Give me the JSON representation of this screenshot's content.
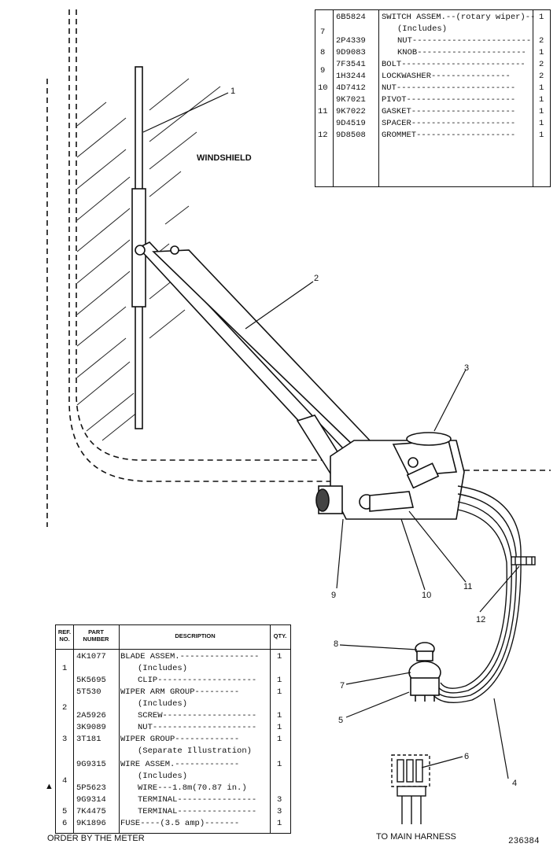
{
  "labels": {
    "windshield": "WINDSHIELD",
    "to_main_harness": "TO MAIN HARNESS",
    "figure_number": "236384",
    "order_note": "ORDER BY THE METER",
    "order_marker": "▲"
  },
  "callouts": [
    "1",
    "2",
    "3",
    "4",
    "5",
    "6",
    "7",
    "8",
    "9",
    "10",
    "11",
    "12"
  ],
  "top_table": {
    "rows": [
      {
        "ref": "",
        "part": "6B5824",
        "desc": "SWITCH ASSEM.--(rotary wiper)--",
        "qty": "1"
      },
      {
        "ref": "7",
        "part": "",
        "desc": "(Includes)",
        "qty": ""
      },
      {
        "ref": "",
        "part": "2P4339",
        "desc": "NUT------------------------",
        "qty": "2"
      },
      {
        "ref": "8",
        "part": "9D9083",
        "desc": "KNOB----------------------",
        "qty": "1"
      },
      {
        "ref": "",
        "part": "7F3541",
        "desc": "BOLT-------------------------",
        "qty": "2"
      },
      {
        "ref": "9",
        "part": "1H3244",
        "desc": "LOCKWASHER----------------",
        "qty": "2"
      },
      {
        "ref": "10",
        "part": "4D7412",
        "desc": "NUT------------------------",
        "qty": "1"
      },
      {
        "ref": "",
        "part": "9K7021",
        "desc": "PIVOT----------------------",
        "qty": "1"
      },
      {
        "ref": "11",
        "part": "9K7022",
        "desc": "GASKET---------------------",
        "qty": "1"
      },
      {
        "ref": "",
        "part": "9D4519",
        "desc": "SPACER---------------------",
        "qty": "1"
      },
      {
        "ref": "12",
        "part": "9D8508",
        "desc": "GROMMET--------------------",
        "qty": "1"
      }
    ]
  },
  "bottom_table": {
    "headers": {
      "ref": "REF. NO.",
      "part": "PART NUMBER",
      "desc": "DESCRIPTION",
      "qty": "QTY."
    },
    "rows": [
      {
        "ref": "",
        "part": "4K1077",
        "desc": "BLADE ASSEM.----------------",
        "qty": "1"
      },
      {
        "ref": "1",
        "part": "",
        "desc": "(Includes)",
        "qty": ""
      },
      {
        "ref": "",
        "part": "5K5695",
        "desc": "CLIP--------------------",
        "qty": "1"
      },
      {
        "ref": "",
        "part": "5T530",
        "desc": "WIPER ARM GROUP---------",
        "qty": "1"
      },
      {
        "ref": "2",
        "part": "",
        "desc": "(Includes)",
        "qty": ""
      },
      {
        "ref": "",
        "part": "2A5926",
        "desc": "SCREW-------------------",
        "qty": "1"
      },
      {
        "ref": "",
        "part": "3K9089",
        "desc": "NUT---------------------",
        "qty": "1"
      },
      {
        "ref": "3",
        "part": "3T181",
        "desc": "WIPER GROUP-------------",
        "qty": "1"
      },
      {
        "ref": "",
        "part": "",
        "desc": "(Separate Illustration)",
        "qty": ""
      },
      {
        "ref": "",
        "part": "9G9315",
        "desc": "WIRE ASSEM.-------------",
        "qty": "1"
      },
      {
        "ref": "4",
        "part": "",
        "desc": "(Includes)",
        "qty": ""
      },
      {
        "ref": "",
        "part": "5P5623",
        "desc": "WIRE---1.8m(70.87 in.)",
        "qty": ""
      },
      {
        "ref": "",
        "part": "9G9314",
        "desc": "TERMINAL----------------",
        "qty": "3"
      },
      {
        "ref": "5",
        "part": "7K4475",
        "desc": "TERMINAL----------------",
        "qty": "3"
      },
      {
        "ref": "6",
        "part": "9K1896",
        "desc": "FUSE----(3.5 amp)-------",
        "qty": "1"
      }
    ]
  }
}
